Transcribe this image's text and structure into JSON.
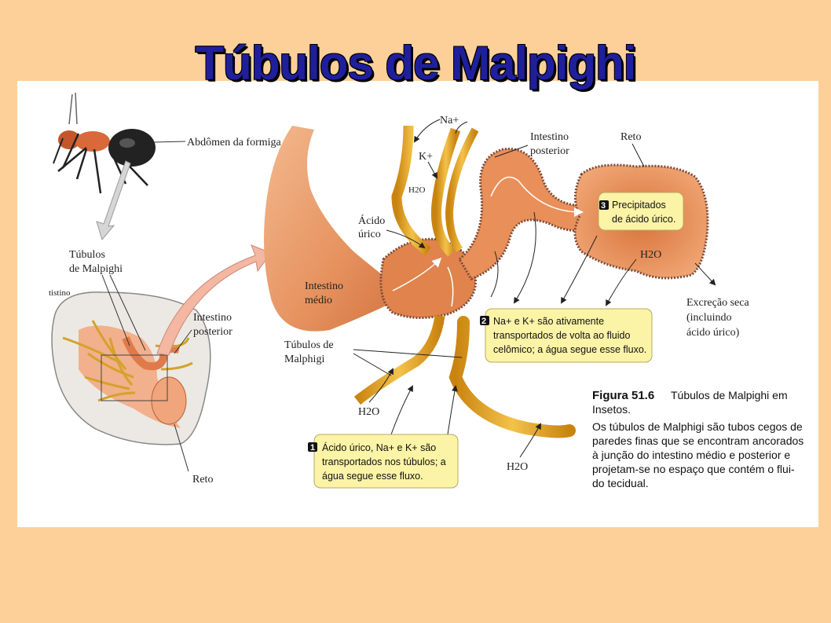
{
  "title": "Túbulos de Malpighi",
  "labels": {
    "ant_abdomen": "Abdômen da formiga",
    "malpighi_left_1": "Túbulos",
    "malpighi_left_2": "de Malpighi",
    "hindgut_left_1": "Intestino",
    "hindgut_left_2": "posterior",
    "rectum_left": "Reto",
    "midgut_1": "Intestino",
    "midgut_2": "médio",
    "uric_acid_1": "Ácido",
    "uric_acid_2": "úrico",
    "malpighi_center_1": "Túbulos de",
    "malpighi_center_2": "Malphigi",
    "hindgut_right_1": "Intestino",
    "hindgut_right_2": "posterior",
    "rectum_right": "Reto",
    "na_ion": "Na+",
    "k_ion": "K+",
    "h2o_small": "H2O",
    "h2o_rectum": "H2O",
    "h2o_left": "H2O",
    "h2o_bottom": "H2O",
    "dry_excretion_1": "Excreção seca",
    "dry_excretion_2": "(incluindo",
    "dry_excretion_3": "ácido úrico)",
    "partial_text": "tistino"
  },
  "steps": [
    {
      "num": "1",
      "lines": [
        "Ácido úrico, Na+ e K+ são",
        "transportados nos túbulos; a",
        "água segue esse fluxo."
      ]
    },
    {
      "num": "2",
      "lines": [
        "Na+ e K+ são ativamente",
        "transportados de volta ao fluido",
        "celômico; a água segue esse fluxo."
      ]
    },
    {
      "num": "3",
      "lines": [
        "Precipitados",
        "de ácido úrico."
      ]
    }
  ],
  "caption": {
    "figure_label": "Figura 51.6",
    "heading_1": "Túbulos de Malpighi em",
    "heading_2": "Insetos.",
    "body": [
      "Os túbulos de Malphigi são tubos cegos de",
      "paredes finas que se encontram ancorados",
      "à junção do intestino médio e posterior e",
      "projetam-se no espaço que contém o flui-",
      "do tecidual."
    ]
  },
  "colors": {
    "background": "#fdd09a",
    "title": "#1f1f9e",
    "gut": "#e98b58",
    "tubule": "#d89a1f",
    "box": "#fbf3a6"
  }
}
